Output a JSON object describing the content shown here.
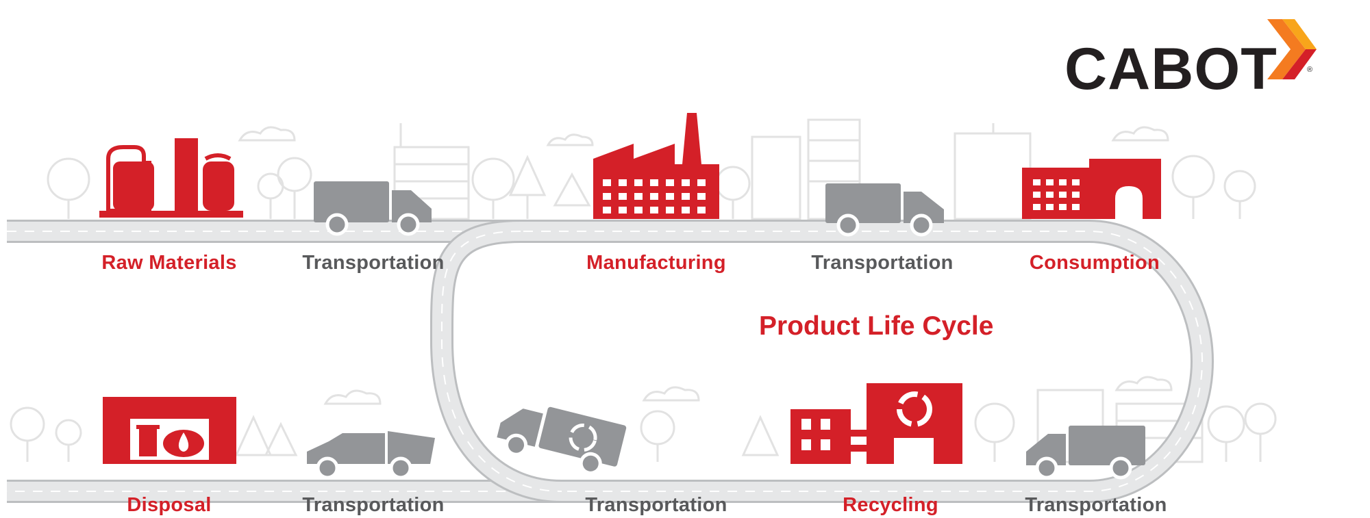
{
  "logo": {
    "text": "CABOT",
    "registered": "®"
  },
  "title": "Product Life Cycle",
  "stages": {
    "raw_materials": "Raw Materials",
    "transport_1": "Transportation",
    "manufacturing": "Manufacturing",
    "transport_2": "Transportation",
    "consumption": "Consumption",
    "disposal": "Disposal",
    "transport_5": "Transportation",
    "transport_4": "Transportation",
    "recycling": "Recycling",
    "transport_3": "Transportation"
  },
  "colors": {
    "accent": "#d42028",
    "truck": "#939598",
    "road": "#e6e7e8",
    "outline": "#bcbec0",
    "background_art": "#e8e8e8",
    "logo_orange": "#f47b20"
  }
}
